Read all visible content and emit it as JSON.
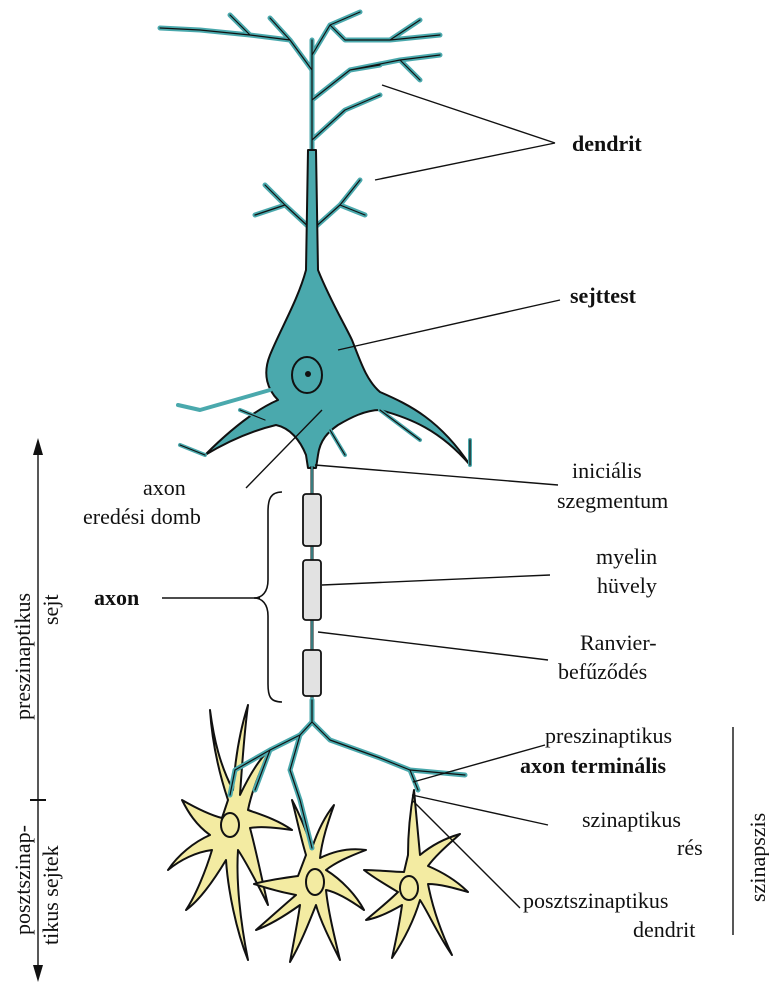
{
  "labels": {
    "dendrit": "dendrit",
    "sejttest": "sejttest",
    "inicialis_1": "iniciális",
    "inicialis_2": "szegmentum",
    "axon_domb_1": "axon",
    "axon_domb_2": "eredési domb",
    "axon": "axon",
    "myelin_1": "myelin",
    "myelin_2": "hüvely",
    "ranvier_1": "Ranvier-",
    "ranvier_2": "befűződés",
    "presz_terminal_1": "preszinaptikus",
    "presz_terminal_2": "axon terminális",
    "rés_1": "szinaptikus",
    "rés_2": "rés",
    "poszt_dendrit_1": "posztszinaptikus",
    "poszt_dendrit_2": "dendrit",
    "szinapszis": "szinapszis",
    "presz_sejt_1": "preszinaptikus",
    "presz_sejt_2": "sejt",
    "poszt_sejtek_1": "posztszinap-",
    "poszt_sejtek_2": "tikus sejtek"
  },
  "colors": {
    "presynaptic_cell": "#4aa9ad",
    "postsynaptic_cells": "#f3eba2",
    "myelin": "#e2e2e2"
  }
}
